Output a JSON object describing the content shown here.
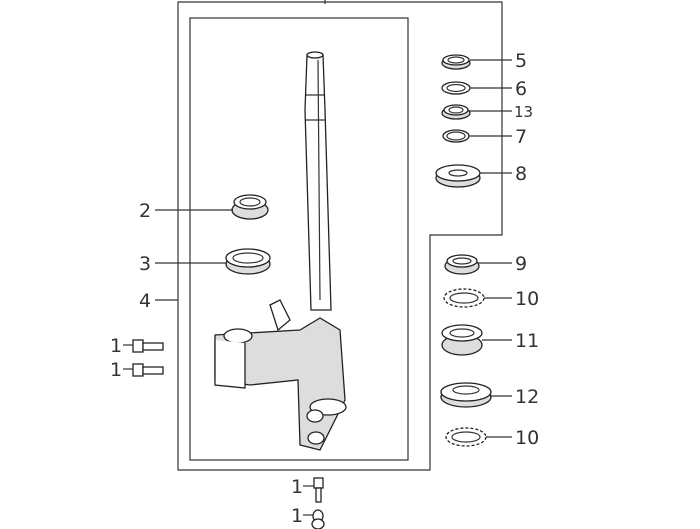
{
  "diagram": {
    "title": "Steering stem exploded parts diagram",
    "callouts": [
      {
        "id": "c5",
        "label": "5"
      },
      {
        "id": "c6",
        "label": "6"
      },
      {
        "id": "c13",
        "label": "13"
      },
      {
        "id": "c7",
        "label": "7"
      },
      {
        "id": "c8",
        "label": "8"
      },
      {
        "id": "c2",
        "label": "2"
      },
      {
        "id": "c3",
        "label": "3"
      },
      {
        "id": "c4",
        "label": "4"
      },
      {
        "id": "c9",
        "label": "9"
      },
      {
        "id": "c10a",
        "label": "10"
      },
      {
        "id": "c11",
        "label": "11"
      },
      {
        "id": "c1a",
        "label": "1"
      },
      {
        "id": "c1b",
        "label": "1"
      },
      {
        "id": "c12",
        "label": "12"
      },
      {
        "id": "c10b",
        "label": "10"
      },
      {
        "id": "c1c",
        "label": "1"
      },
      {
        "id": "c1d",
        "label": "1"
      }
    ]
  }
}
